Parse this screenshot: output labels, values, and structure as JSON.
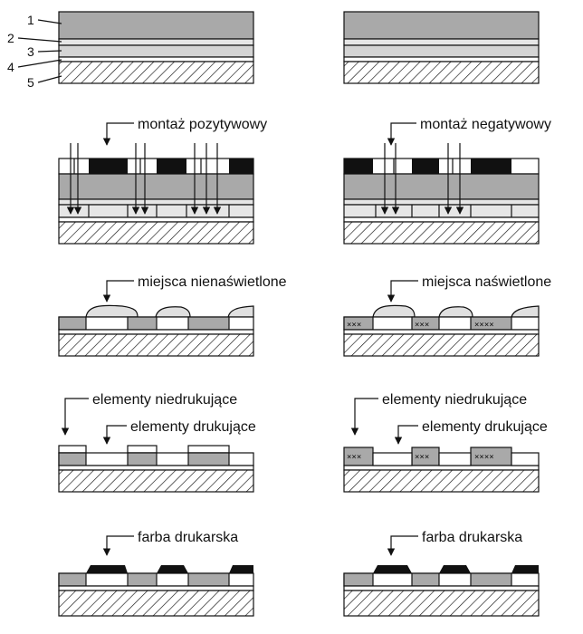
{
  "layer_numbers": [
    "1",
    "2",
    "3",
    "4",
    "5"
  ],
  "left": {
    "exposure_label": "montaż pozytywowy",
    "development_label": "miejsca nienaświetlone",
    "nonprinting_label": "elementy niedrukujące",
    "printing_label": "elementy drukujące",
    "ink_label": "farba drukarska"
  },
  "right": {
    "exposure_label": "montaż negatywowy",
    "development_label": "miejsca naświetlone",
    "nonprinting_label": "elementy niedrukujące",
    "printing_label": "elementy drukujące",
    "ink_label": "farba drukarska"
  },
  "colors": {
    "stroke": "#111111",
    "emulsion_gray": "#a9a9a9",
    "light_layer": "#e6e6e6",
    "ink_black": "#111111"
  }
}
